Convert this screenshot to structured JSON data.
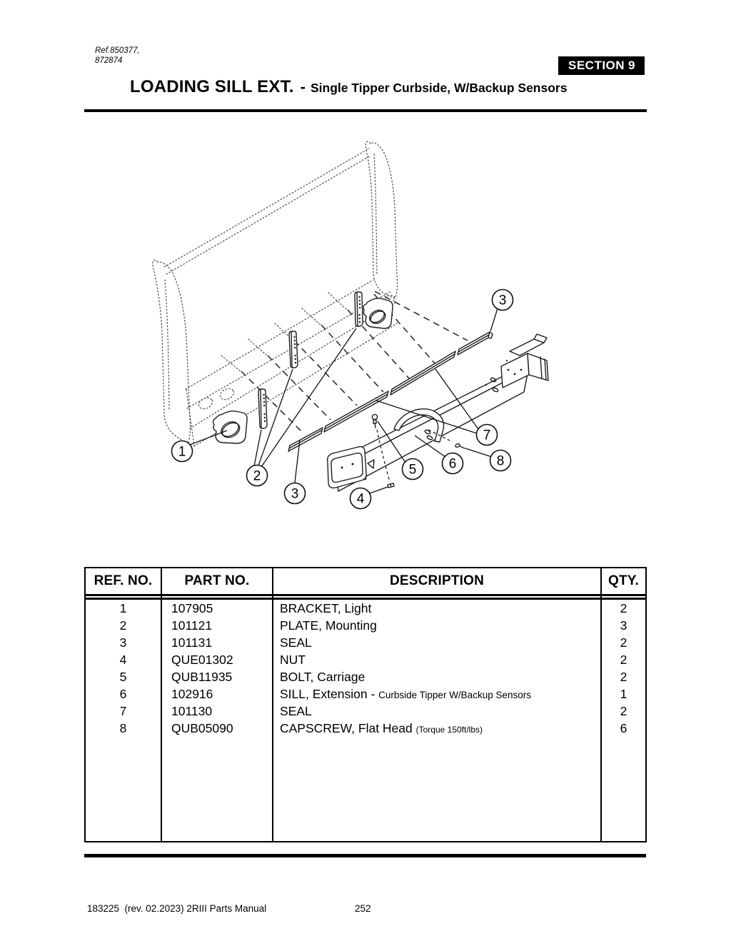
{
  "header": {
    "ref_line1": "Ref.850377,",
    "ref_line2": "872874",
    "section_label": "SECTION",
    "section_number": "9",
    "title": "LOADING SILL EXT.",
    "title_separator": "-",
    "subtitle": "Single Tipper Curbside, W/Backup Sensors"
  },
  "diagram": {
    "callouts": {
      "c1": "1",
      "c2": "2",
      "c3a": "3",
      "c3b": "3",
      "c4": "4",
      "c5": "5",
      "c6": "6",
      "c7": "7",
      "c8": "8"
    }
  },
  "table": {
    "headers": [
      "REF. NO.",
      "PART NO.",
      "DESCRIPTION",
      "QTY."
    ],
    "rows": [
      {
        "ref": "1",
        "part": "107905",
        "desc": "BRACKET, Light",
        "desc_small": "",
        "qty": "2"
      },
      {
        "ref": "2",
        "part": "101121",
        "desc": "PLATE, Mounting",
        "desc_small": "",
        "qty": "3"
      },
      {
        "ref": "3",
        "part": "101131",
        "desc": "SEAL",
        "desc_small": "",
        "qty": "2"
      },
      {
        "ref": "4",
        "part": "QUE01302",
        "desc": "NUT",
        "desc_small": "",
        "qty": "2"
      },
      {
        "ref": "5",
        "part": "QUB11935",
        "desc": "BOLT, Carriage",
        "desc_small": "",
        "qty": "2"
      },
      {
        "ref": "6",
        "part": "102916",
        "desc": "SILL, Extension - ",
        "desc_small": "Curbside Tipper W/Backup Sensors",
        "qty": "1"
      },
      {
        "ref": "7",
        "part": "101130",
        "desc": "SEAL",
        "desc_small": "",
        "qty": "2"
      },
      {
        "ref": "8",
        "part": "QUB05090",
        "desc": "CAPSCREW, Flat Head ",
        "desc_small": "(Torque 150ft/lbs)",
        "qty": "6"
      }
    ]
  },
  "footer": {
    "doc_info": "183225  (rev. 02.2023) 2RIII Parts Manual",
    "page_number": "252"
  }
}
